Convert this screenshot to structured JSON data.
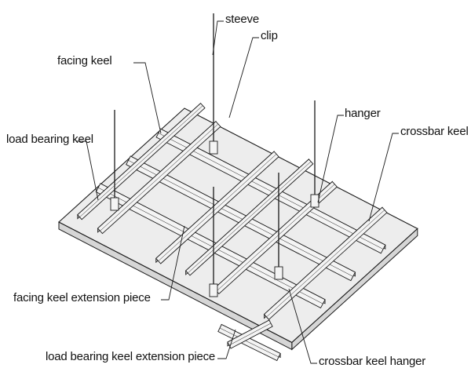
{
  "diagram": {
    "labels": {
      "steeve": "steeve",
      "clip": "clip",
      "facing_keel": "facing keel",
      "hanger": "hanger",
      "crossbar_keel": "crossbar keel",
      "load_bearing_keel": "load bearing keel",
      "facing_keel_extension_piece": "facing keel extension piece",
      "load_bearing_keel_extension_piece": "load bearing keel extension piece",
      "crossbar_keel_hanger": "crossbar keel hanger"
    },
    "colors": {
      "line": "#1a1a1a",
      "panel": "#ededed",
      "panel_shade": "#d6d6d6",
      "keel": "#f4f4f4",
      "keel_shade": "#bdbdbd"
    }
  }
}
